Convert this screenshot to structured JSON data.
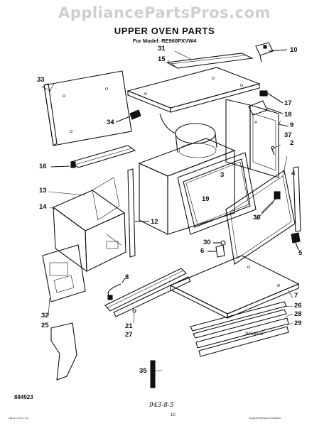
{
  "watermark": "AppliancePartsPros.com",
  "title": "UPPER OVEN PARTS",
  "subtitle": "For Model: RE960PXVW4",
  "figure_code": "884923",
  "handwritten_note": "943-8-5",
  "bottom_center_number": "10",
  "fine_print_left": "Litho in U.S.A. (1.3)",
  "fine_print_right": "Copyright Whirlpool Corporation",
  "labels": {
    "l31": "31",
    "l15": "15",
    "l10": "10",
    "l33": "33",
    "l17": "17",
    "l18": "18",
    "l34": "34",
    "l9": "9",
    "l37": "37",
    "l2": "2",
    "l16": "16",
    "l3": "3",
    "l4": "4",
    "l13": "13",
    "l19": "19",
    "l14": "14",
    "l12": "12",
    "l36": "36",
    "l30": "30",
    "l6": "6",
    "l5": "5",
    "l8": "8",
    "l7": "7",
    "l26": "26",
    "l28": "28",
    "l29": "29",
    "l32": "32",
    "l25": "25",
    "l21": "21",
    "l27": "27",
    "l35": "35"
  }
}
